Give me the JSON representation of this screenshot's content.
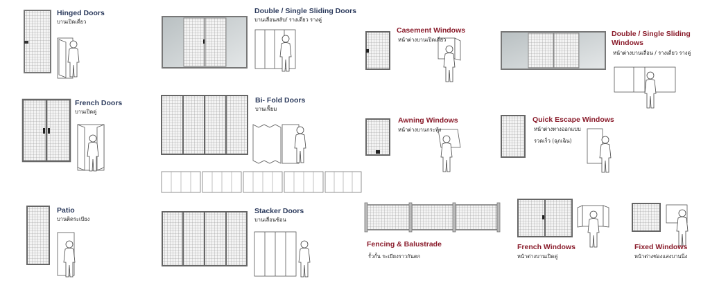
{
  "colors": {
    "door_title": "#2b3a5c",
    "window_title": "#8a1c2b",
    "frame": "#8a8a8a",
    "mesh": "#9a9a9a",
    "glass": "#cfd4d6"
  },
  "doors": {
    "hinged": {
      "title": "Hinged Doors",
      "subtitle": "บานเปิดเดี่ยว"
    },
    "french": {
      "title": "French Doors",
      "subtitle": "บานเปิดคู่"
    },
    "patio": {
      "title": "Patio",
      "subtitle": "บานติดระเบียง"
    },
    "sliding": {
      "title": "Double / Single Sliding Doors",
      "subtitle": "บานเลื่อนสลับ/ รางเดี่ยว รางคู่"
    },
    "bifold": {
      "title": "Bi- Fold Doors",
      "subtitle": "บานเฟี้ยม"
    },
    "stacker": {
      "title": "Stacker Doors",
      "subtitle": "บานเลื่อนซ้อน"
    }
  },
  "windows": {
    "casement": {
      "title": "Casement Windows",
      "subtitle": "หน้าต่างบานเปิดเดี่ยว"
    },
    "sliding": {
      "title_line1": "Double / Single Sliding",
      "title_line2": "Windows",
      "subtitle": "หน้าต่างบานเลื่อน / รางเดี่ยว รางคู่"
    },
    "awning": {
      "title": "Awning Windows",
      "subtitle": "หน้าต่างบานกระทุ้ง"
    },
    "quick_escape": {
      "title": "Quick Escape Windows",
      "subtitle_line1": "หน้าต่างทางออกแบบ",
      "subtitle_line2": "รวดเร็ว (ฉุกเฉิน)"
    },
    "fencing": {
      "title": "Fencing & Balustrade",
      "subtitle": "รั้วกั้น ระเบียงราวกันตก"
    },
    "french": {
      "title": "French Windows",
      "subtitle": "หน้าต่างบานเปิดคู่"
    },
    "fixed": {
      "title": "Fixed Windows",
      "subtitle": "หน้าต่างช่องแสงบานนิ่ง"
    }
  }
}
